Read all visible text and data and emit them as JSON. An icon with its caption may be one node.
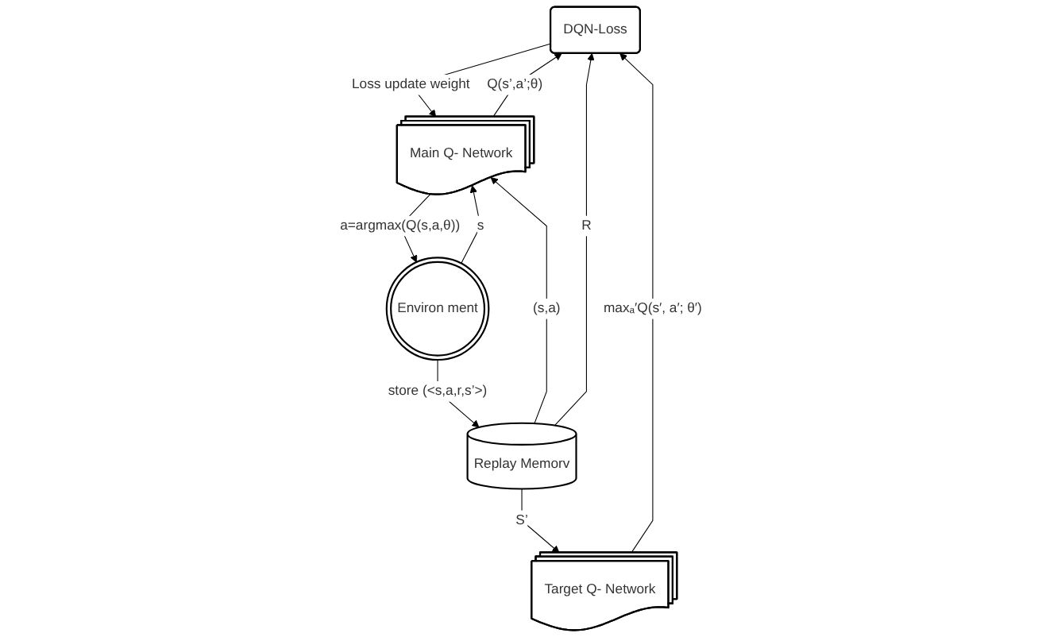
{
  "diagram": {
    "nodes": [
      {
        "text": [
          "DQN-Loss"
        ]
      },
      {
        "text": [
          "Environ ment"
        ]
      },
      {
        "text": [
          "Main Q- Network"
        ]
      },
      {
        "text": [
          "Target Q- Network"
        ]
      },
      {
        "text": [
          "Replay Memorv"
        ]
      }
    ],
    "edges": [
      {
        "from": 2,
        "to": 0,
        "arrow": "to",
        "label": "Q(s’,a’;θ)"
      },
      {
        "from": 0,
        "to": 2,
        "arrow": "to",
        "label": "Loss update weight"
      },
      {
        "from": 2,
        "to": 1,
        "arrow": "to",
        "label": "a=argmax(Q(s,a,θ))"
      },
      {
        "from": 1,
        "to": 2,
        "arrow": "to",
        "label": "s"
      },
      {
        "from": 1,
        "to": 4,
        "arrow": "to",
        "label": "store (<s,a,r,s’>)"
      },
      {
        "from": 4,
        "to": 2,
        "arrow": "to",
        "label": "(s,a)"
      },
      {
        "from": 4,
        "to": 0,
        "arrow": "to",
        "label": "R"
      },
      {
        "from": 4,
        "to": 3,
        "arrow": "to",
        "label": "S’"
      },
      {
        "from": 3,
        "to": 0,
        "arrow": "to",
        "label": "maxₐ′Q(s′, a′; θ′)"
      }
    ]
  }
}
